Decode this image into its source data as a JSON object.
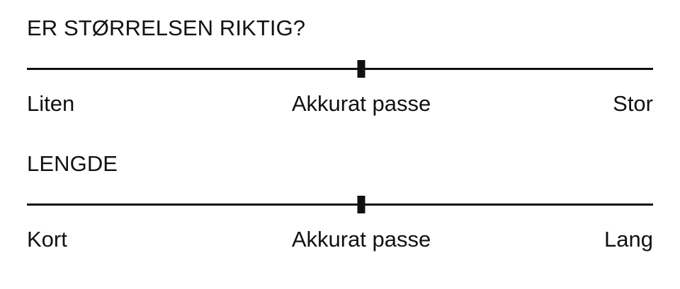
{
  "page": {
    "background_color": "#ffffff",
    "ink_color": "#111111"
  },
  "scales": [
    {
      "heading": "ER STØRRELSEN RIKTIG?",
      "marker": {
        "name": "size-scale-marker",
        "position_percent": 53.4,
        "value_label": "Akkurat passe"
      },
      "labels": {
        "left": "Liten",
        "center": "Akkurat passe",
        "right": "Stor"
      }
    },
    {
      "heading": "LENGDE",
      "marker": {
        "name": "length-scale-marker",
        "position_percent": 53.4,
        "value_label": "Akkurat passe"
      },
      "labels": {
        "left": "Kort",
        "center": "Akkurat passe",
        "right": "Lang"
      }
    }
  ]
}
